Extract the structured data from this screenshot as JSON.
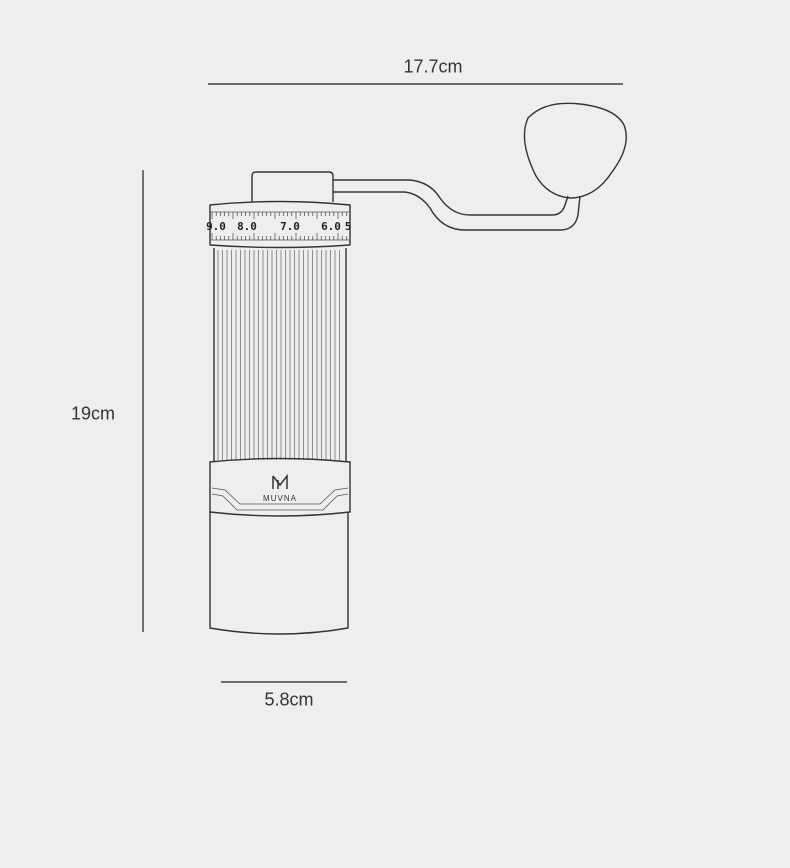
{
  "dimensions": {
    "width": "17.7cm",
    "height": "19cm",
    "diameter": "5.8cm"
  },
  "grinder": {
    "brand": "MUVNA",
    "dial_numbers": [
      "9.0",
      "8.0",
      "7.0",
      "6.0",
      "5"
    ]
  }
}
